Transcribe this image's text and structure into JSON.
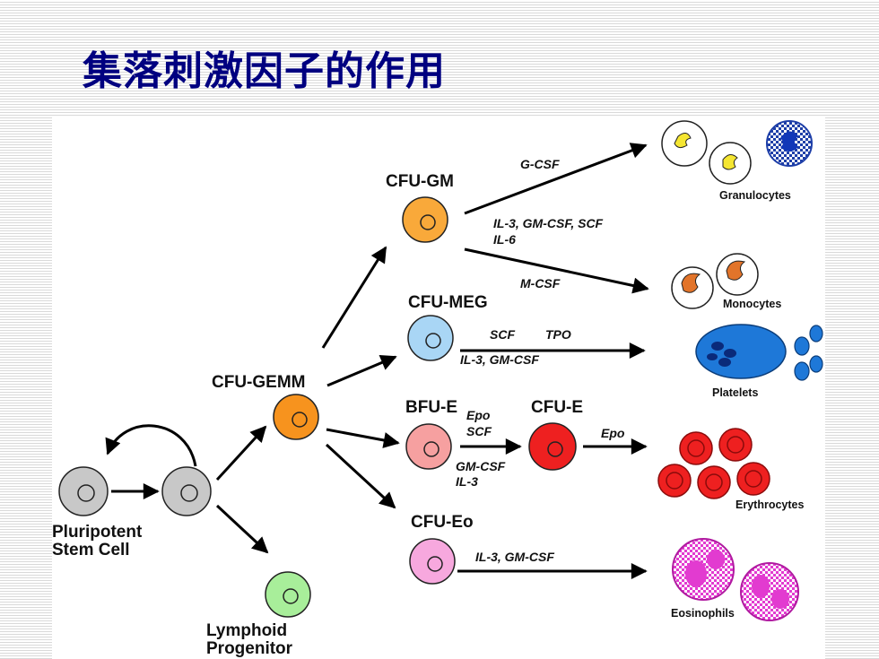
{
  "title": "集落刺激因子的作用",
  "colors": {
    "title": "#000080",
    "stem": "#c8c8c8",
    "cfu_gm": "#f9a93a",
    "cfu_meg": "#a9d6f5",
    "cfu_gemm": "#f7931e",
    "bfu_e": "#f6a0a0",
    "cfu_e": "#ee2020",
    "cfu_eo": "#f7a8de",
    "lymphoid": "#a8ee9a",
    "platelet": "#1e78d8",
    "eosinophil": "#e23bd0"
  },
  "cells": {
    "pluripotent": "Pluripotent",
    "stem_cell": "Stem Cell",
    "lymphoid": "Lymphoid",
    "progenitor": "Progenitor",
    "cfu_gemm": "CFU-GEMM",
    "cfu_gm": "CFU-GM",
    "cfu_meg": "CFU-MEG",
    "bfu_e": "BFU-E",
    "cfu_e": "CFU-E",
    "cfu_eo": "CFU-Eo"
  },
  "factors": {
    "g_csf": "G-CSF",
    "il3_gm_scf": "IL-3, GM-CSF, SCF",
    "il6": "IL-6",
    "m_csf": "M-CSF",
    "scf_meg": "SCF",
    "tpo": "TPO",
    "il3_gm_meg": "IL-3, GM-CSF",
    "epo_1": "Epo",
    "scf_e": "SCF",
    "gm_csf_e": "GM-CSF",
    "il3_e": "IL-3",
    "epo_2": "Epo",
    "il3_gm_eo": "IL-3, GM-CSF"
  },
  "products": {
    "granulocytes": "Granulocytes",
    "monocytes": "Monocytes",
    "platelets": "Platelets",
    "erythrocytes": "Erythrocytes",
    "eosinophils": "Eosinophils"
  }
}
